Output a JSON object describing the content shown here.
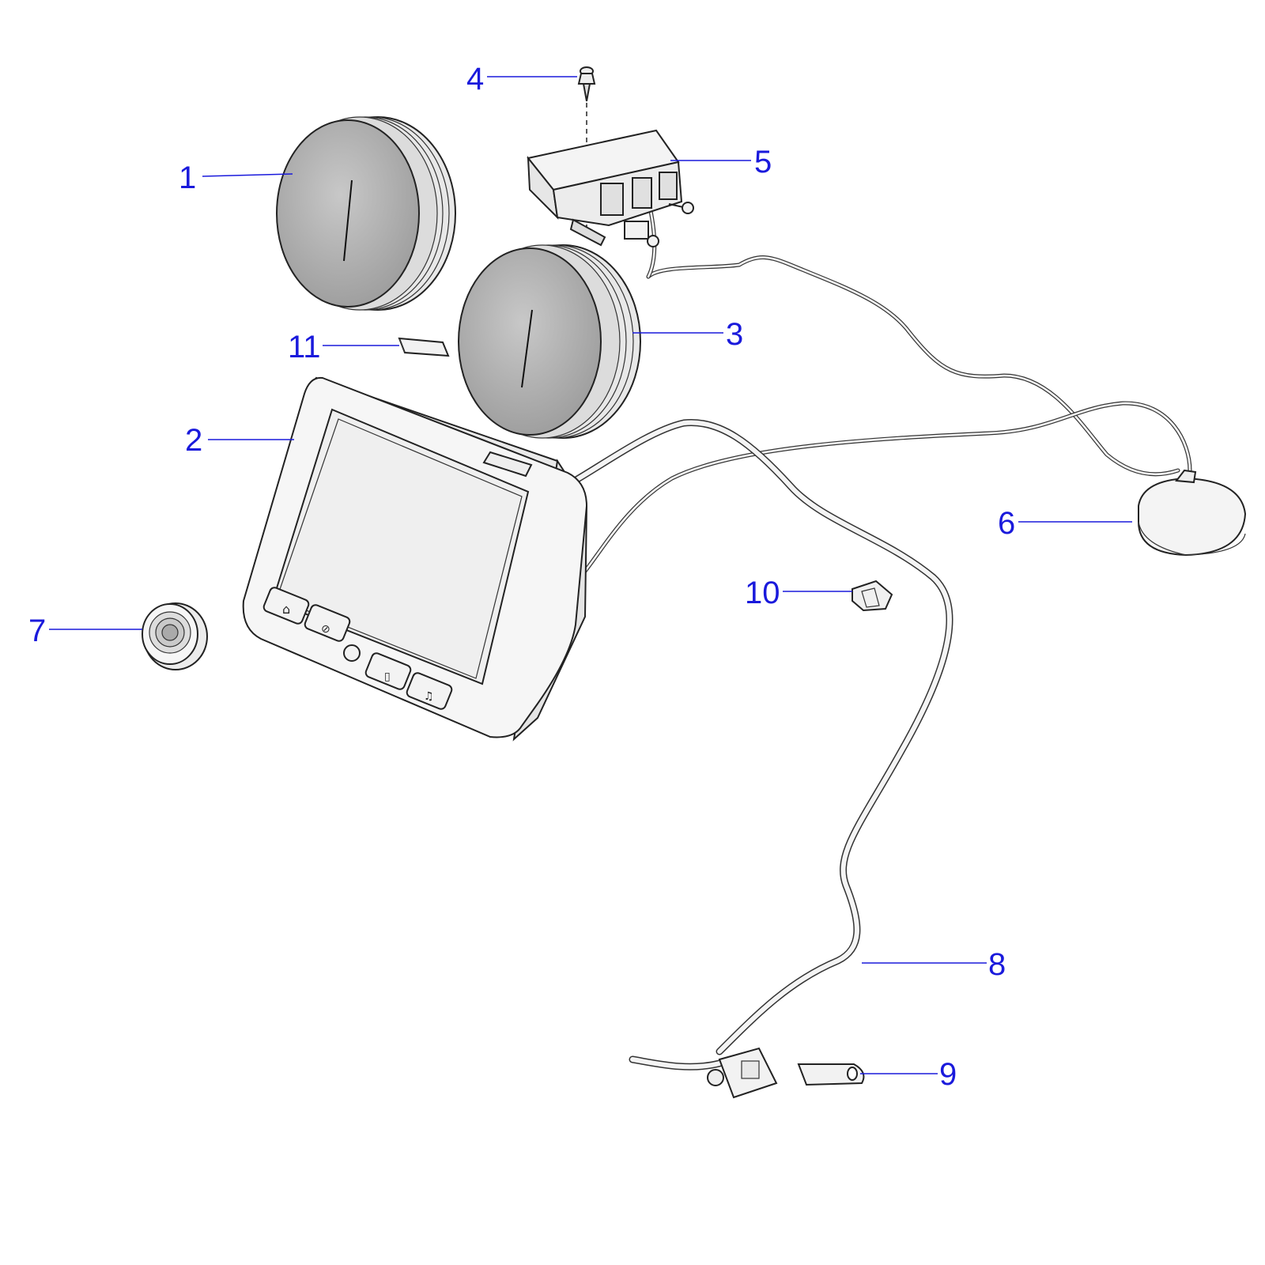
{
  "callouts": [
    {
      "id": "1",
      "label": "1"
    },
    {
      "id": "2",
      "label": "2"
    },
    {
      "id": "3",
      "label": "3"
    },
    {
      "id": "4",
      "label": "4"
    },
    {
      "id": "5",
      "label": "5"
    },
    {
      "id": "6",
      "label": "6"
    },
    {
      "id": "7",
      "label": "7"
    },
    {
      "id": "8",
      "label": "8"
    },
    {
      "id": "9",
      "label": "9"
    },
    {
      "id": "10",
      "label": "10"
    },
    {
      "id": "11",
      "label": "11"
    }
  ],
  "colors": {
    "callout": "#1a1adc",
    "lens": "#b4b4b4",
    "part_fill": "#f2f2f2",
    "outline": "#222222"
  }
}
